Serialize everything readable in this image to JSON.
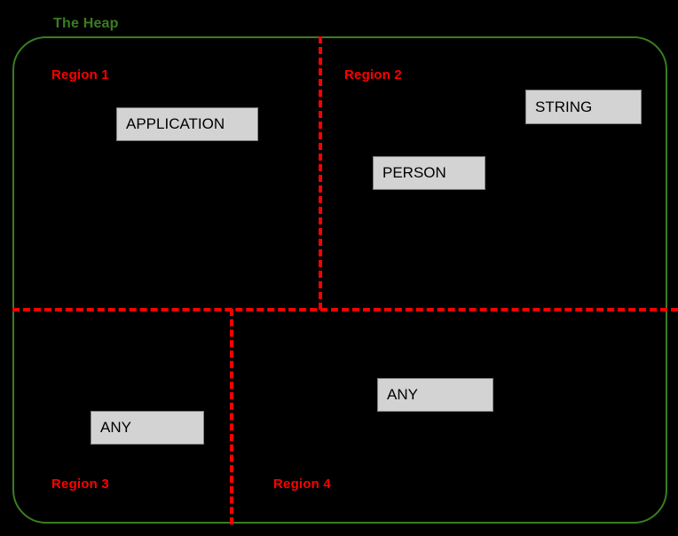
{
  "diagram": {
    "title": "The Heap",
    "title_color": "#3a7d22",
    "background_color": "#000000",
    "boundary_color": "#3a7d22",
    "divider_color": "#ff0000",
    "box_fill_color": "#d3d3d3",
    "box_border_color": "#808080"
  },
  "regions": [
    {
      "id": "region-1",
      "label": "Region 1"
    },
    {
      "id": "region-2",
      "label": "Region 2"
    },
    {
      "id": "region-3",
      "label": "Region 3"
    },
    {
      "id": "region-4",
      "label": "Region 4"
    }
  ],
  "objects": [
    {
      "id": "application",
      "label": "APPLICATION",
      "region": "Region 1"
    },
    {
      "id": "string",
      "label": "STRING",
      "region": "Region 2"
    },
    {
      "id": "person",
      "label": "PERSON",
      "region": "Region 2"
    },
    {
      "id": "any-left",
      "label": "ANY",
      "region": "Region 3"
    },
    {
      "id": "any-right",
      "label": "ANY",
      "region": "Region 4"
    }
  ]
}
